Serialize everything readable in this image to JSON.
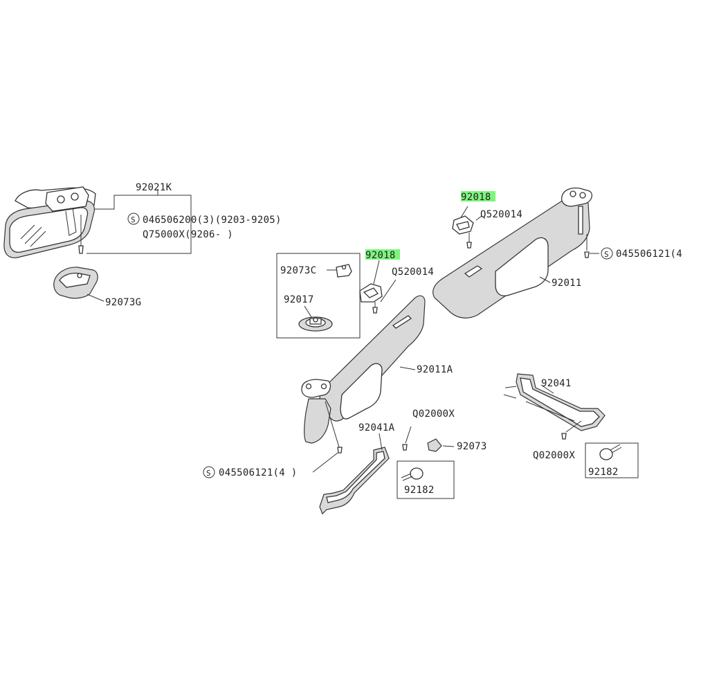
{
  "colors": {
    "highlight": "#7df57d",
    "ink": "#333333",
    "background": "#ffffff"
  },
  "labels": {
    "p92021K": "92021K",
    "s_code_1": "046506200(3)(9203-9205)",
    "q75000x": "Q75000X(9206-      )",
    "p92073G": "92073G",
    "p92018_right": "92018",
    "q520014_right": "Q520014",
    "s_code_right": "045506121(4",
    "p92011": "92011",
    "p92018_left": "92018",
    "p92073C": "92073C",
    "q520014_left": "Q520014",
    "p92017": "92017",
    "p92011A": "92011A",
    "p92041": "92041",
    "q02000x_left": "Q02000X",
    "p92041A": "92041A",
    "p92073": "92073",
    "q02000x_right": "Q02000X",
    "p92182_left": "92182",
    "p92182_right": "92182",
    "s_code_bottom": "045506121(4 )"
  }
}
